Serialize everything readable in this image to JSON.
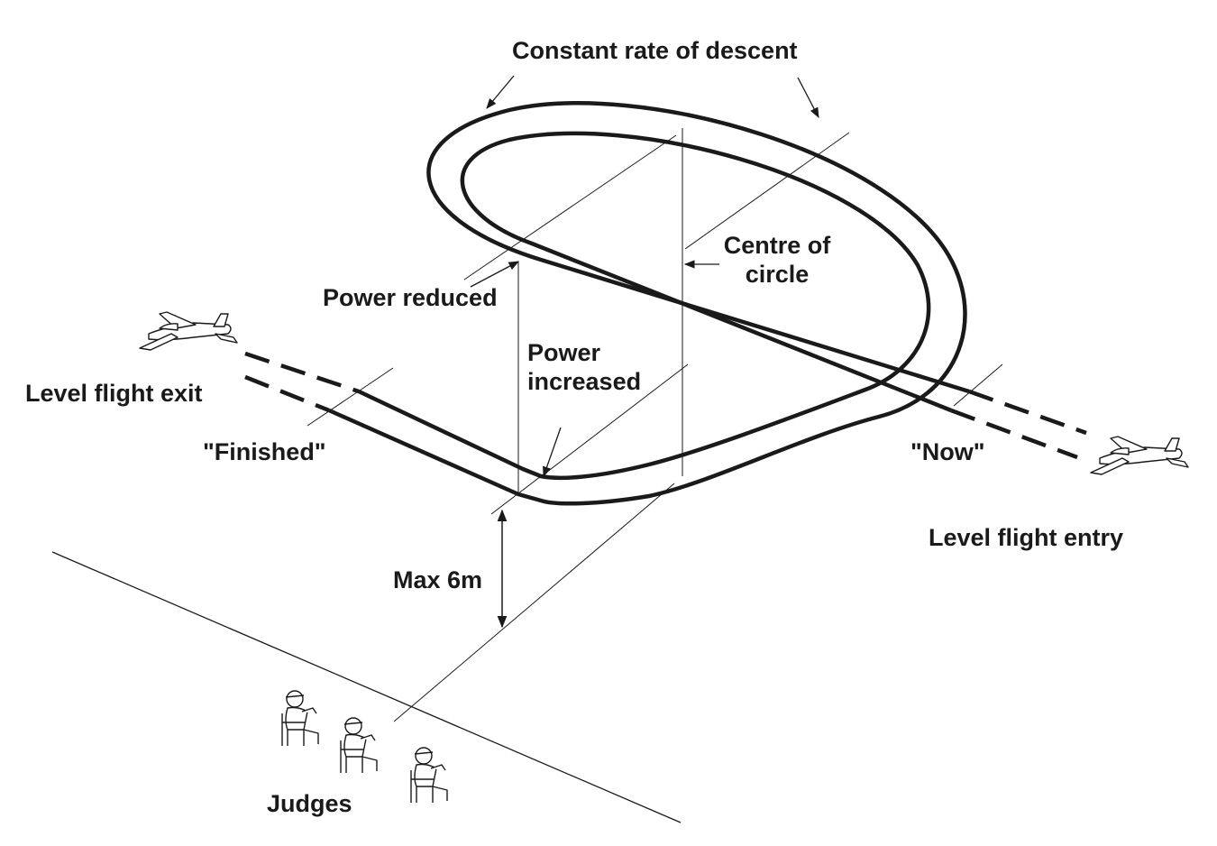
{
  "labels": {
    "constant_descent": "Constant rate of descent",
    "centre_line1": "Centre of",
    "centre_line2": "circle",
    "power_reduced": "Power reduced",
    "power_increased_line1": "Power",
    "power_increased_line2": "increased",
    "level_exit": "Level flight exit",
    "finished": "\"Finished\"",
    "now": "\"Now\"",
    "level_entry": "Level flight entry",
    "max_height": "Max 6m",
    "judges": "Judges"
  },
  "colors": {
    "ink": "#1a1a1a",
    "background": "#ffffff"
  },
  "icons": [
    "airplane-icon",
    "judge-icon"
  ]
}
